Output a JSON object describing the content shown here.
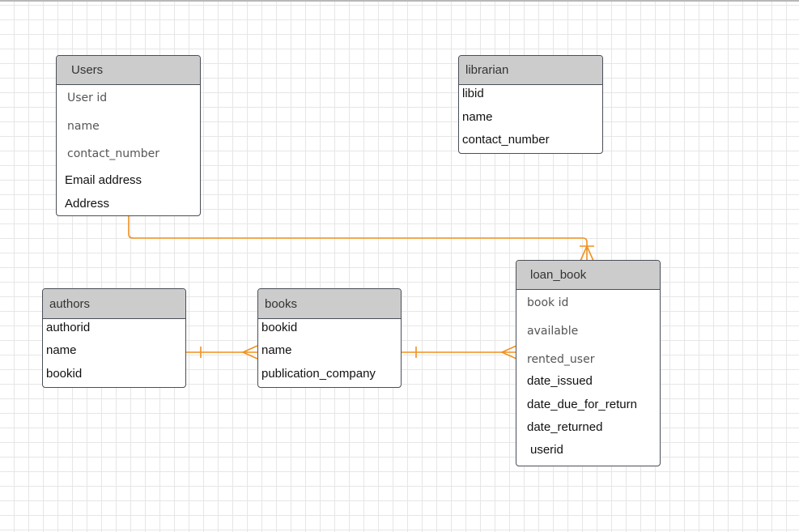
{
  "colors": {
    "relationship_line": "#f0901e",
    "entity_header": "#cccccc",
    "entity_border": "#4a4f57",
    "grid": "#e6e6e6"
  },
  "entities": {
    "users": {
      "title": "Users",
      "fields": [
        "User id",
        "name",
        "contact_number",
        "Email address",
        "Address"
      ]
    },
    "librarian": {
      "title": "librarian",
      "fields": [
        "libid",
        "name",
        "contact_number"
      ]
    },
    "authors": {
      "title": "authors",
      "fields": [
        "authorid",
        "name",
        "bookid"
      ]
    },
    "books": {
      "title": "books",
      "fields": [
        "bookid",
        "name",
        "publication_company"
      ]
    },
    "loan_book": {
      "title": "loan_book",
      "fields": [
        "book id",
        "available",
        "rented_user",
        "date_issued",
        "date_due_for_return",
        "date_returned",
        "userid"
      ]
    }
  },
  "relationships": [
    {
      "from": "users",
      "to": "loan_book",
      "from_end": "one",
      "to_end": "one-or-many"
    },
    {
      "from": "authors",
      "to": "books",
      "from_end": "one",
      "to_end": "many"
    },
    {
      "from": "books",
      "to": "loan_book",
      "from_end": "one",
      "to_end": "many"
    }
  ]
}
